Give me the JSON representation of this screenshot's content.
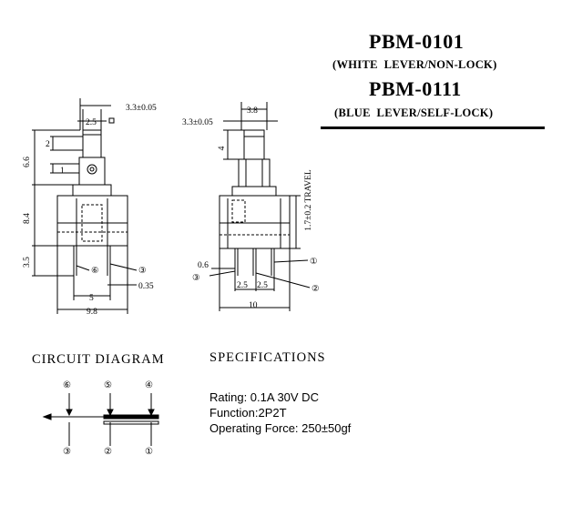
{
  "header": {
    "title1": "PBM-0101",
    "subtitle1": "(WHITE  LEVER/NON-LOCK)",
    "title2": "PBM-0111",
    "subtitle2": "(BLUE  LEVER/SELF-LOCK)"
  },
  "drawing": {
    "left": {
      "dim_top_tol": "3.3±0.05",
      "dim_2_5": "2.5",
      "dim_2": "2",
      "dim_6_6": "6.6",
      "dim_1": "1",
      "dim_8_4": "8.4",
      "dim_3_5": "3.5",
      "dim_5": "5",
      "dim_0_35": "0.35",
      "dim_9_8": "9.8",
      "pin6": "⑥",
      "pin3": "③"
    },
    "right": {
      "dim_3_8": "3.8",
      "dim_tol": "3.3±0.05",
      "dim_4": "4",
      "travel": "1.7±0.2  TRAVEL",
      "dim_0_6": "0.6",
      "dim_2_5a": "2.5",
      "dim_2_5b": "2.5",
      "dim_10": "10",
      "pin1": "①",
      "pin2": "②",
      "pin3": "③"
    }
  },
  "circuit": {
    "heading": "CIRCUIT DIAGRAM",
    "top_pins": [
      "⑥",
      "⑤",
      "④"
    ],
    "bottom_pins": [
      "③",
      "②",
      "①"
    ]
  },
  "specifications": {
    "heading": "SPECIFICATIONS",
    "lines": [
      "Rating: 0.1A 30V DC",
      "Function:2P2T",
      "Operating Force: 250±50gf"
    ]
  }
}
